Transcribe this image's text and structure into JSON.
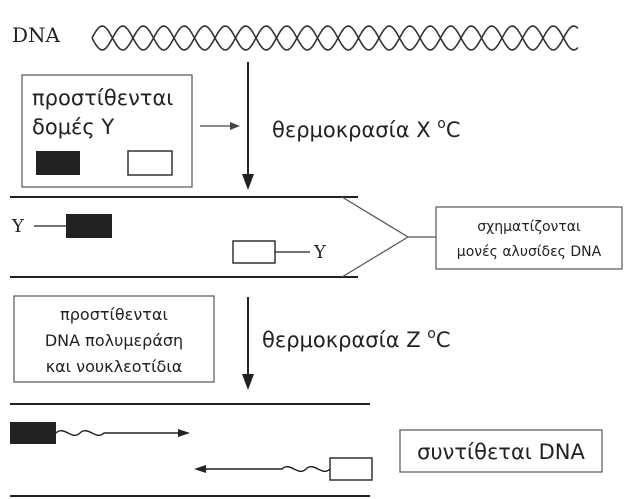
{
  "labels": {
    "dna": "DNA",
    "step1_box_line1": "προστίθενται",
    "step1_box_line2": "δομές Υ",
    "temp_x": "θερμοκρασία Χ",
    "temp_x_unit": "C",
    "temp_unit_superscript": "o",
    "y_left": "Y",
    "y_right": "Y",
    "single_strands_line1": "σχηματίζονται",
    "single_strands_line2": "μονές αλυσίδες DNA",
    "step2_box_line1": "προστίθενται",
    "step2_box_line2": "DNA πολυμεράση",
    "step2_box_line3": "και νουκλεοτίδια",
    "temp_z": "θερμοκρασία Ζ",
    "temp_z_unit": "C",
    "synthesis": "συντίθεται DNA"
  },
  "colors": {
    "ink": "#222222",
    "primer_fill": "#222222",
    "box_stroke": "#555555"
  }
}
